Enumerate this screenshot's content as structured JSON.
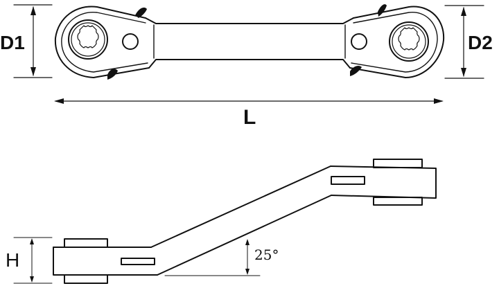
{
  "diagram": {
    "title": "Offset ratcheting ring wrench dimension drawing",
    "top_view": {
      "labels": {
        "d1": "D1",
        "d2": "D2",
        "length": "L"
      }
    },
    "side_view": {
      "labels": {
        "height": "H",
        "angle": "25°"
      }
    },
    "colors": {
      "line": "#111111",
      "background": "#ffffff"
    }
  }
}
